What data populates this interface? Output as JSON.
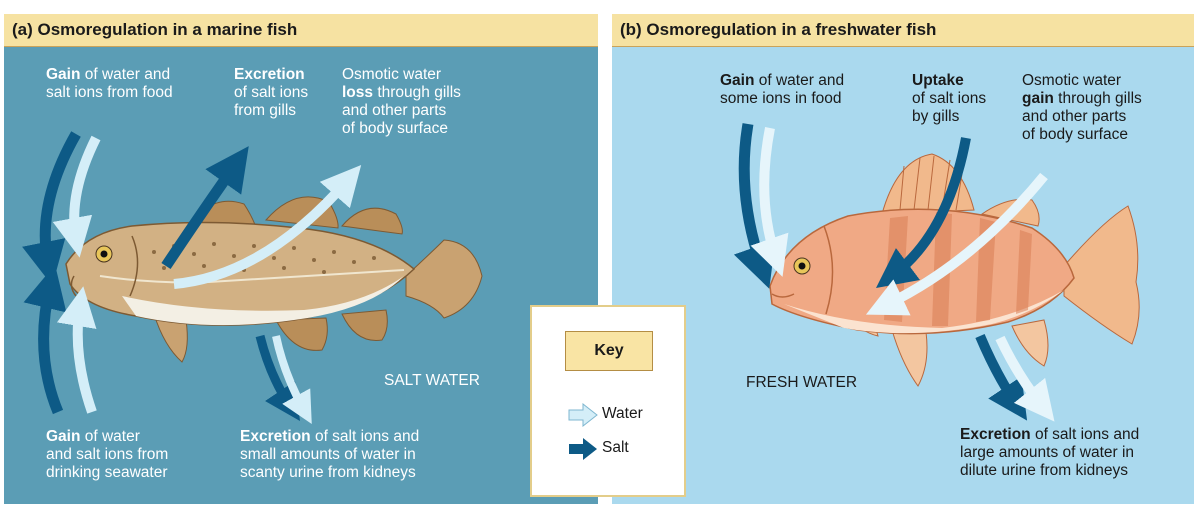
{
  "panel_a": {
    "title": "(a) Osmoregulation in a marine fish",
    "gain_food": {
      "bold": "Gain",
      "rest": " of water and",
      "line2": "salt ions from food"
    },
    "excretion_gills": {
      "bold": "Excretion",
      "line2": "of salt ions",
      "line3": "from gills"
    },
    "osmotic_loss": {
      "line1": "Osmotic water",
      "bold": "loss",
      "line2_rest": " through gills",
      "line3": "and other parts",
      "line4": "of body surface"
    },
    "gain_drink": {
      "bold": "Gain",
      "rest": " of water",
      "line2": "and salt ions from",
      "line3": "drinking seawater"
    },
    "excretion_urine": {
      "bold": "Excretion",
      "rest": " of salt ions and",
      "line2": "small amounts of water in",
      "line3": "scanty urine from kidneys"
    },
    "environment": "SALT WATER"
  },
  "panel_b": {
    "title": "(b) Osmoregulation in a freshwater fish",
    "gain_food": {
      "bold": "Gain",
      "rest": " of water and",
      "line2": "some ions in food"
    },
    "uptake": {
      "bold": "Uptake",
      "line2": "of salt ions",
      "line3": "by gills"
    },
    "osmotic_gain": {
      "line1": "Osmotic water",
      "bold": "gain",
      "line2_rest": " through gills",
      "line3": "and other parts",
      "line4": "of body surface"
    },
    "excretion_urine": {
      "bold": "Excretion",
      "rest": " of salt ions and",
      "line2": "large amounts of water in",
      "line3": "dilute urine from kidneys"
    },
    "environment": "FRESH WATER"
  },
  "key": {
    "title": "Key",
    "water_label": "Water",
    "salt_label": "Salt"
  },
  "colors": {
    "marine_bg": "#5b9db5",
    "fresh_bg": "#aad9ee",
    "header_bg": "#f6e2a2",
    "water_arrow": "#d4eef8",
    "salt_arrow": "#0d5a86"
  },
  "icons": {
    "water_arrow": "light-arrow-icon",
    "salt_arrow": "dark-arrow-icon"
  }
}
